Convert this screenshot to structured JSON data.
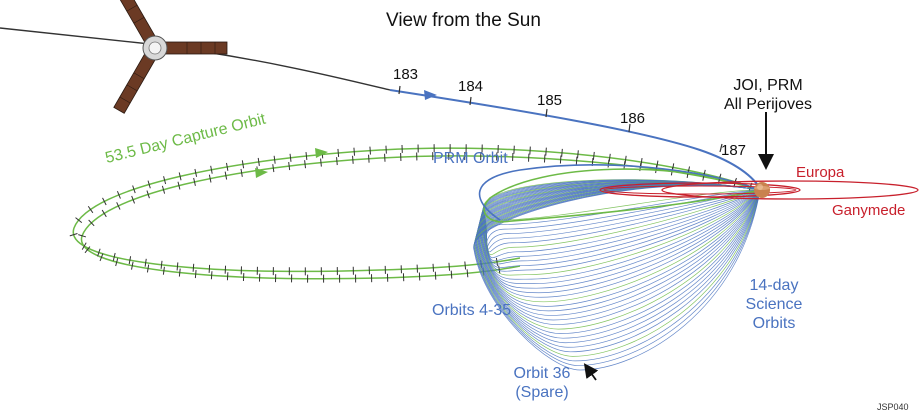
{
  "title": "View from the Sun",
  "day_ticks": [
    "183",
    "184",
    "185",
    "186",
    "187"
  ],
  "joi_label": [
    "JOI, PRM",
    "All Perijoves"
  ],
  "moons": {
    "europa": "Europa",
    "ganymede": "Ganymede"
  },
  "orbits": {
    "prm": "PRM Orbit",
    "capture": "53.5 Day Capture Orbit",
    "orbits_4_35": "Orbits 4-35",
    "science": [
      "14-day",
      "Science",
      "Orbits"
    ],
    "orbit_36": [
      "Orbit 36",
      "(Spare)"
    ]
  },
  "figure_code": "JSP040",
  "colors": {
    "approach_trajectory": "#4a73c0",
    "capture_orbit": "#6dba47",
    "science_orbits": "#4a73c0",
    "moon_orbits": "#c8202c",
    "jupiter": "#c9824e",
    "spacecraft": "#6b3a24"
  },
  "icons": [
    "juno-spacecraft",
    "jupiter-planet",
    "arrow-down",
    "arrow-pointer"
  ]
}
